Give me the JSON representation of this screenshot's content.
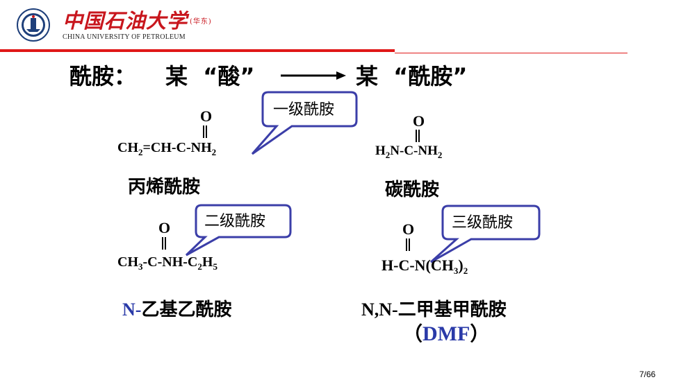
{
  "header": {
    "logo_cn": "中国石油大学",
    "logo_cn_sub": "(华东)",
    "logo_en": "CHINA UNIVERSITY OF PETROLEUM",
    "brand_red": "#e01818"
  },
  "heading": {
    "part1": "酰胺：",
    "part2": "某  “酸”",
    "part3": "某  “酰胺”"
  },
  "compounds": {
    "acrylamide": {
      "oxygen": "O",
      "formula_a": "CH",
      "sub1": "2",
      "formula_b": "=CH-C-NH",
      "sub2": "2",
      "name": "丙烯酰胺"
    },
    "urea": {
      "oxygen": "O",
      "formula_a": "H",
      "sub1": "2",
      "formula_b": "N-C-NH",
      "sub2": "2",
      "name": "碳酰胺"
    },
    "ethylacetamide": {
      "oxygen": "O",
      "formula_a": "CH",
      "sub1": "3",
      "formula_b": "-C-NH-C",
      "sub2": "2",
      "formula_c": "H",
      "sub3": "5",
      "name_prefix": "N-",
      "name": "乙基乙酰胺"
    },
    "dmf": {
      "oxygen": "O",
      "formula_a": "H-C-N(CH",
      "sub1": "3",
      "formula_b": ")",
      "sub2": "2",
      "name_prefix": "N,N-",
      "name": "二甲基甲酰胺",
      "abbr_open": "（",
      "abbr": "DMF",
      "abbr_close": "）"
    }
  },
  "callouts": {
    "primary": "一级酰胺",
    "secondary": "二级酰胺",
    "tertiary": "三级酰胺",
    "border_color": "#3b3ea8"
  },
  "page_number": "7/66"
}
